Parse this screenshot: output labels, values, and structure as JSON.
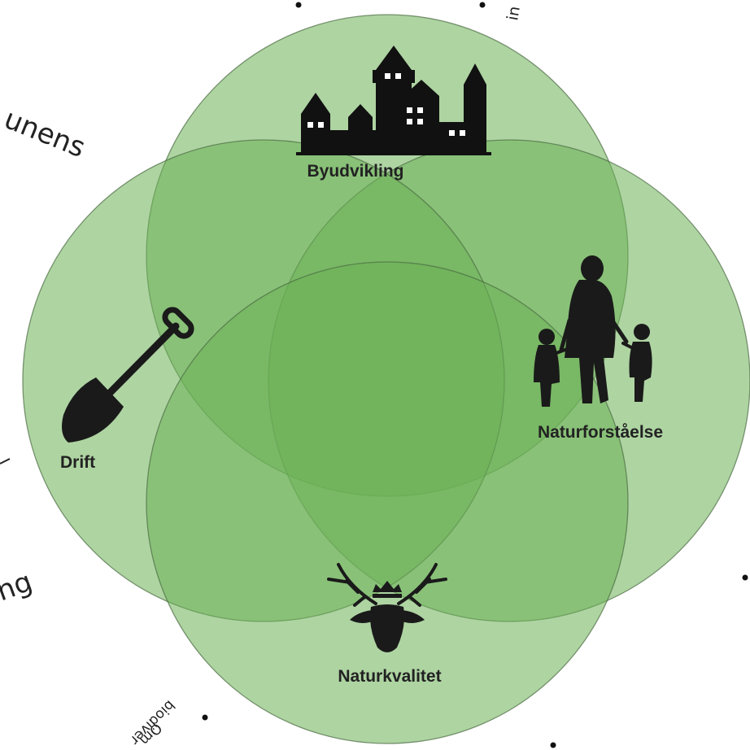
{
  "diagram": {
    "circle_color": "#6bb155",
    "circle_stroke": "#4a6b42",
    "labels": {
      "top": "Byudvikling",
      "right": "Naturforståelse",
      "left": "Drift",
      "bottom": "Naturkvalitet"
    },
    "icons": {
      "top": "castle-icon",
      "right": "family-icon",
      "left": "shovel-icon",
      "bottom": "deer-crown-icon"
    },
    "ring_fragments": {
      "top_left": "unens",
      "left": "ng",
      "top_right": "in",
      "bottom_left": "biodiver",
      "bottom_left_2": "Om"
    }
  }
}
